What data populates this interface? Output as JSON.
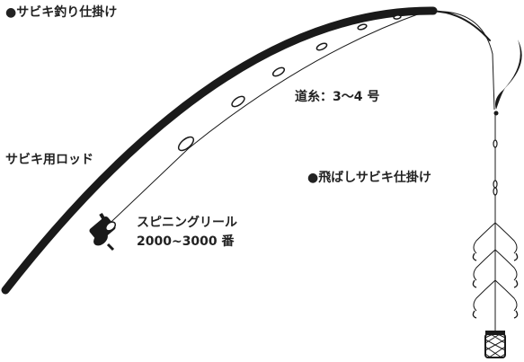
{
  "title": "●サビキ釣り仕掛け",
  "labels": {
    "rod": "サビキ用ロッド",
    "line": "道糸：3〜4 号",
    "rig": "●飛ばしサビキ仕掛け",
    "reel_line1": "スピニングリール",
    "reel_line2": "2000~3000 番"
  },
  "colors": {
    "ink": "#1a1a1a",
    "background": "#ffffff"
  }
}
